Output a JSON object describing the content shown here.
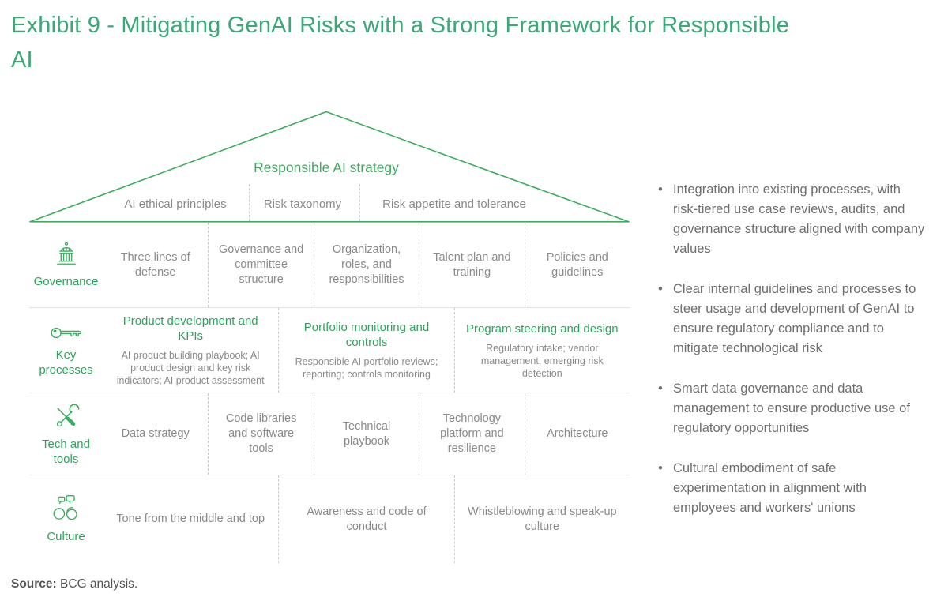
{
  "title": "Exhibit 9 - Mitigating GenAI Risks with a Strong Framework for Responsible AI",
  "colors": {
    "title_green": "#3ba877",
    "diagram_green": "#3cac5e",
    "cell_text_gray": "#8a8a8a",
    "bullet_text_gray": "#6e6e6e",
    "hairline_green": "#d9e9de",
    "dashed_divider_gray": "#cbcbcb"
  },
  "roof": {
    "strategy_label": "Responsible AI strategy",
    "items": [
      "AI ethical principles",
      "Risk taxonomy",
      "Risk appetite and tolerance"
    ]
  },
  "rows": [
    {
      "label": "Governance",
      "icon": "government-building-icon",
      "cells": [
        "Three lines of defense",
        "Governance and committee structure",
        "Organization, roles, and responsibilities",
        "Talent plan and training",
        "Policies and guidelines"
      ]
    },
    {
      "label": "Key processes",
      "icon": "key-icon",
      "cells": [
        {
          "title": "Product development and KPIs",
          "desc": "AI product building playbook; AI product design and key risk indicators; AI product assessment"
        },
        {
          "title": "Portfolio monitoring and controls",
          "desc": "Responsible AI portfolio reviews; reporting; controls monitoring"
        },
        {
          "title": "Program steering and design",
          "desc": "Regulatory intake; vendor management; emerging risk detection"
        }
      ]
    },
    {
      "label": "Tech and tools",
      "icon": "tools-icon",
      "cells": [
        "Data strategy",
        "Code libraries and software tools",
        "Technical playbook",
        "Technology platform and resilience",
        "Architecture"
      ]
    },
    {
      "label": "Culture",
      "icon": "people-conversation-icon",
      "cells": [
        "Tone from the middle and top",
        "Awareness and code of conduct",
        "Whistleblowing and speak-up culture"
      ]
    }
  ],
  "insights": [
    "Integration into existing processes, with risk-tiered use case reviews, audits, and governance structure aligned with company values",
    "Clear internal guidelines and processes to steer usage and development of GenAI to ensure regulatory compliance and to mitigate technological risk",
    "Smart data governance and data management to ensure productive use of regulatory opportunities",
    "Cultural embodiment of safe experimentation in alignment with employees and workers' unions"
  ],
  "source": {
    "label": "Source:",
    "text": "BCG analysis."
  }
}
